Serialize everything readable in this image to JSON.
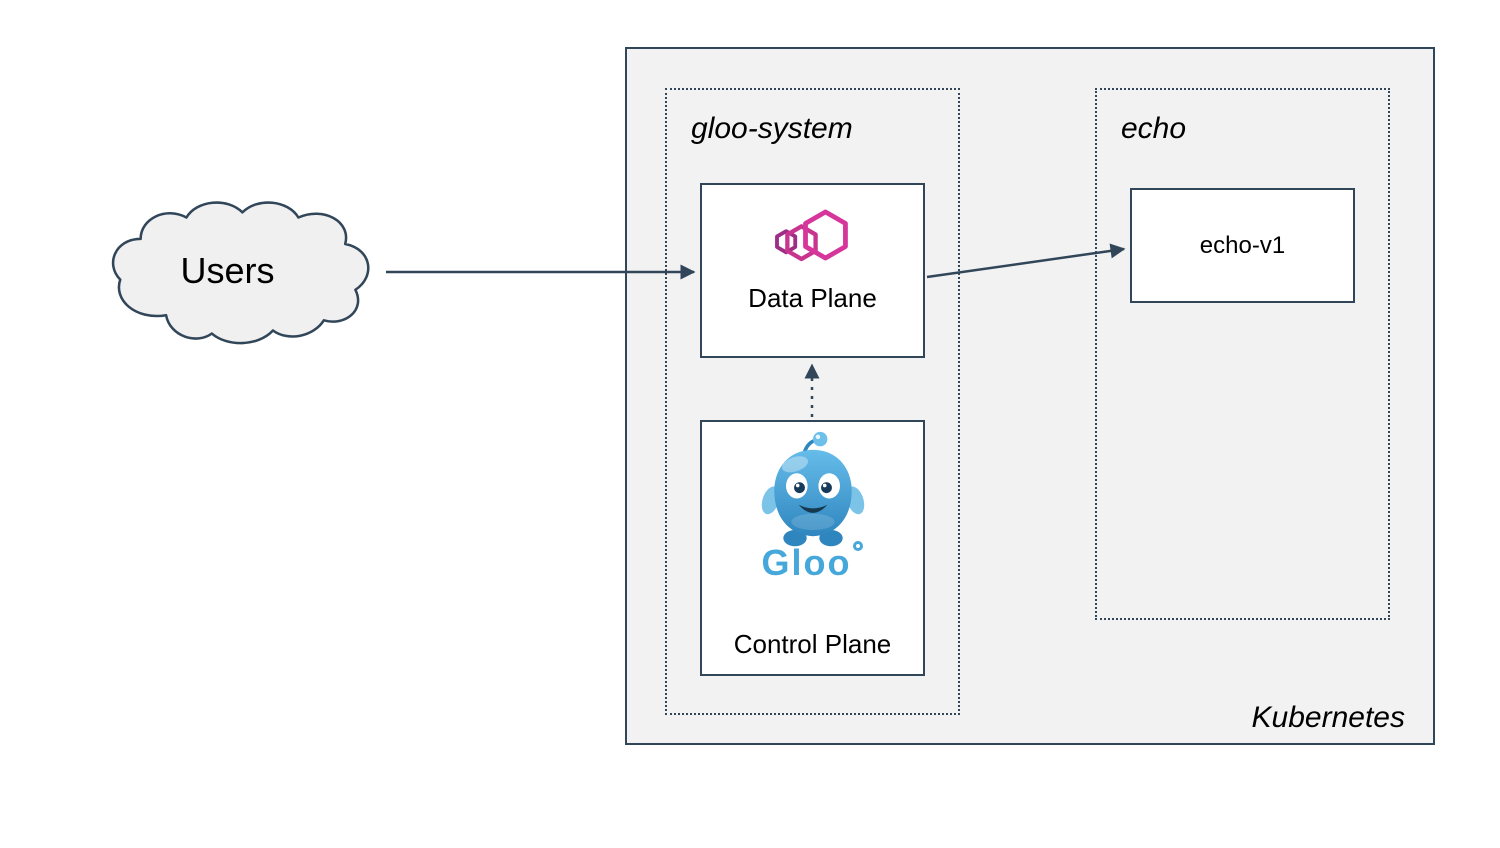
{
  "diagram": {
    "users": {
      "label": "Users"
    },
    "kubernetes": {
      "label": "Kubernetes"
    },
    "namespaces": {
      "gloo_system": {
        "label": "gloo-system"
      },
      "echo": {
        "label": "echo"
      }
    },
    "nodes": {
      "data_plane": {
        "label": "Data Plane"
      },
      "control_plane": {
        "label": "Control Plane",
        "logo_text": "Gloo"
      },
      "echo_v1": {
        "label": "echo-v1"
      }
    },
    "icons": {
      "gateway": "gloo-gateway-hexagons-icon",
      "mascot": "gloo-mascot-icon",
      "cloud": "cloud-shape-icon"
    },
    "colors": {
      "line": "#32465a",
      "cluster_bg": "#f2f2f2",
      "node_bg": "#ffffff",
      "gloo_pink": "#d6369b",
      "gloo_purple": "#9e2d86",
      "gloo_blue": "#45a7da"
    }
  }
}
